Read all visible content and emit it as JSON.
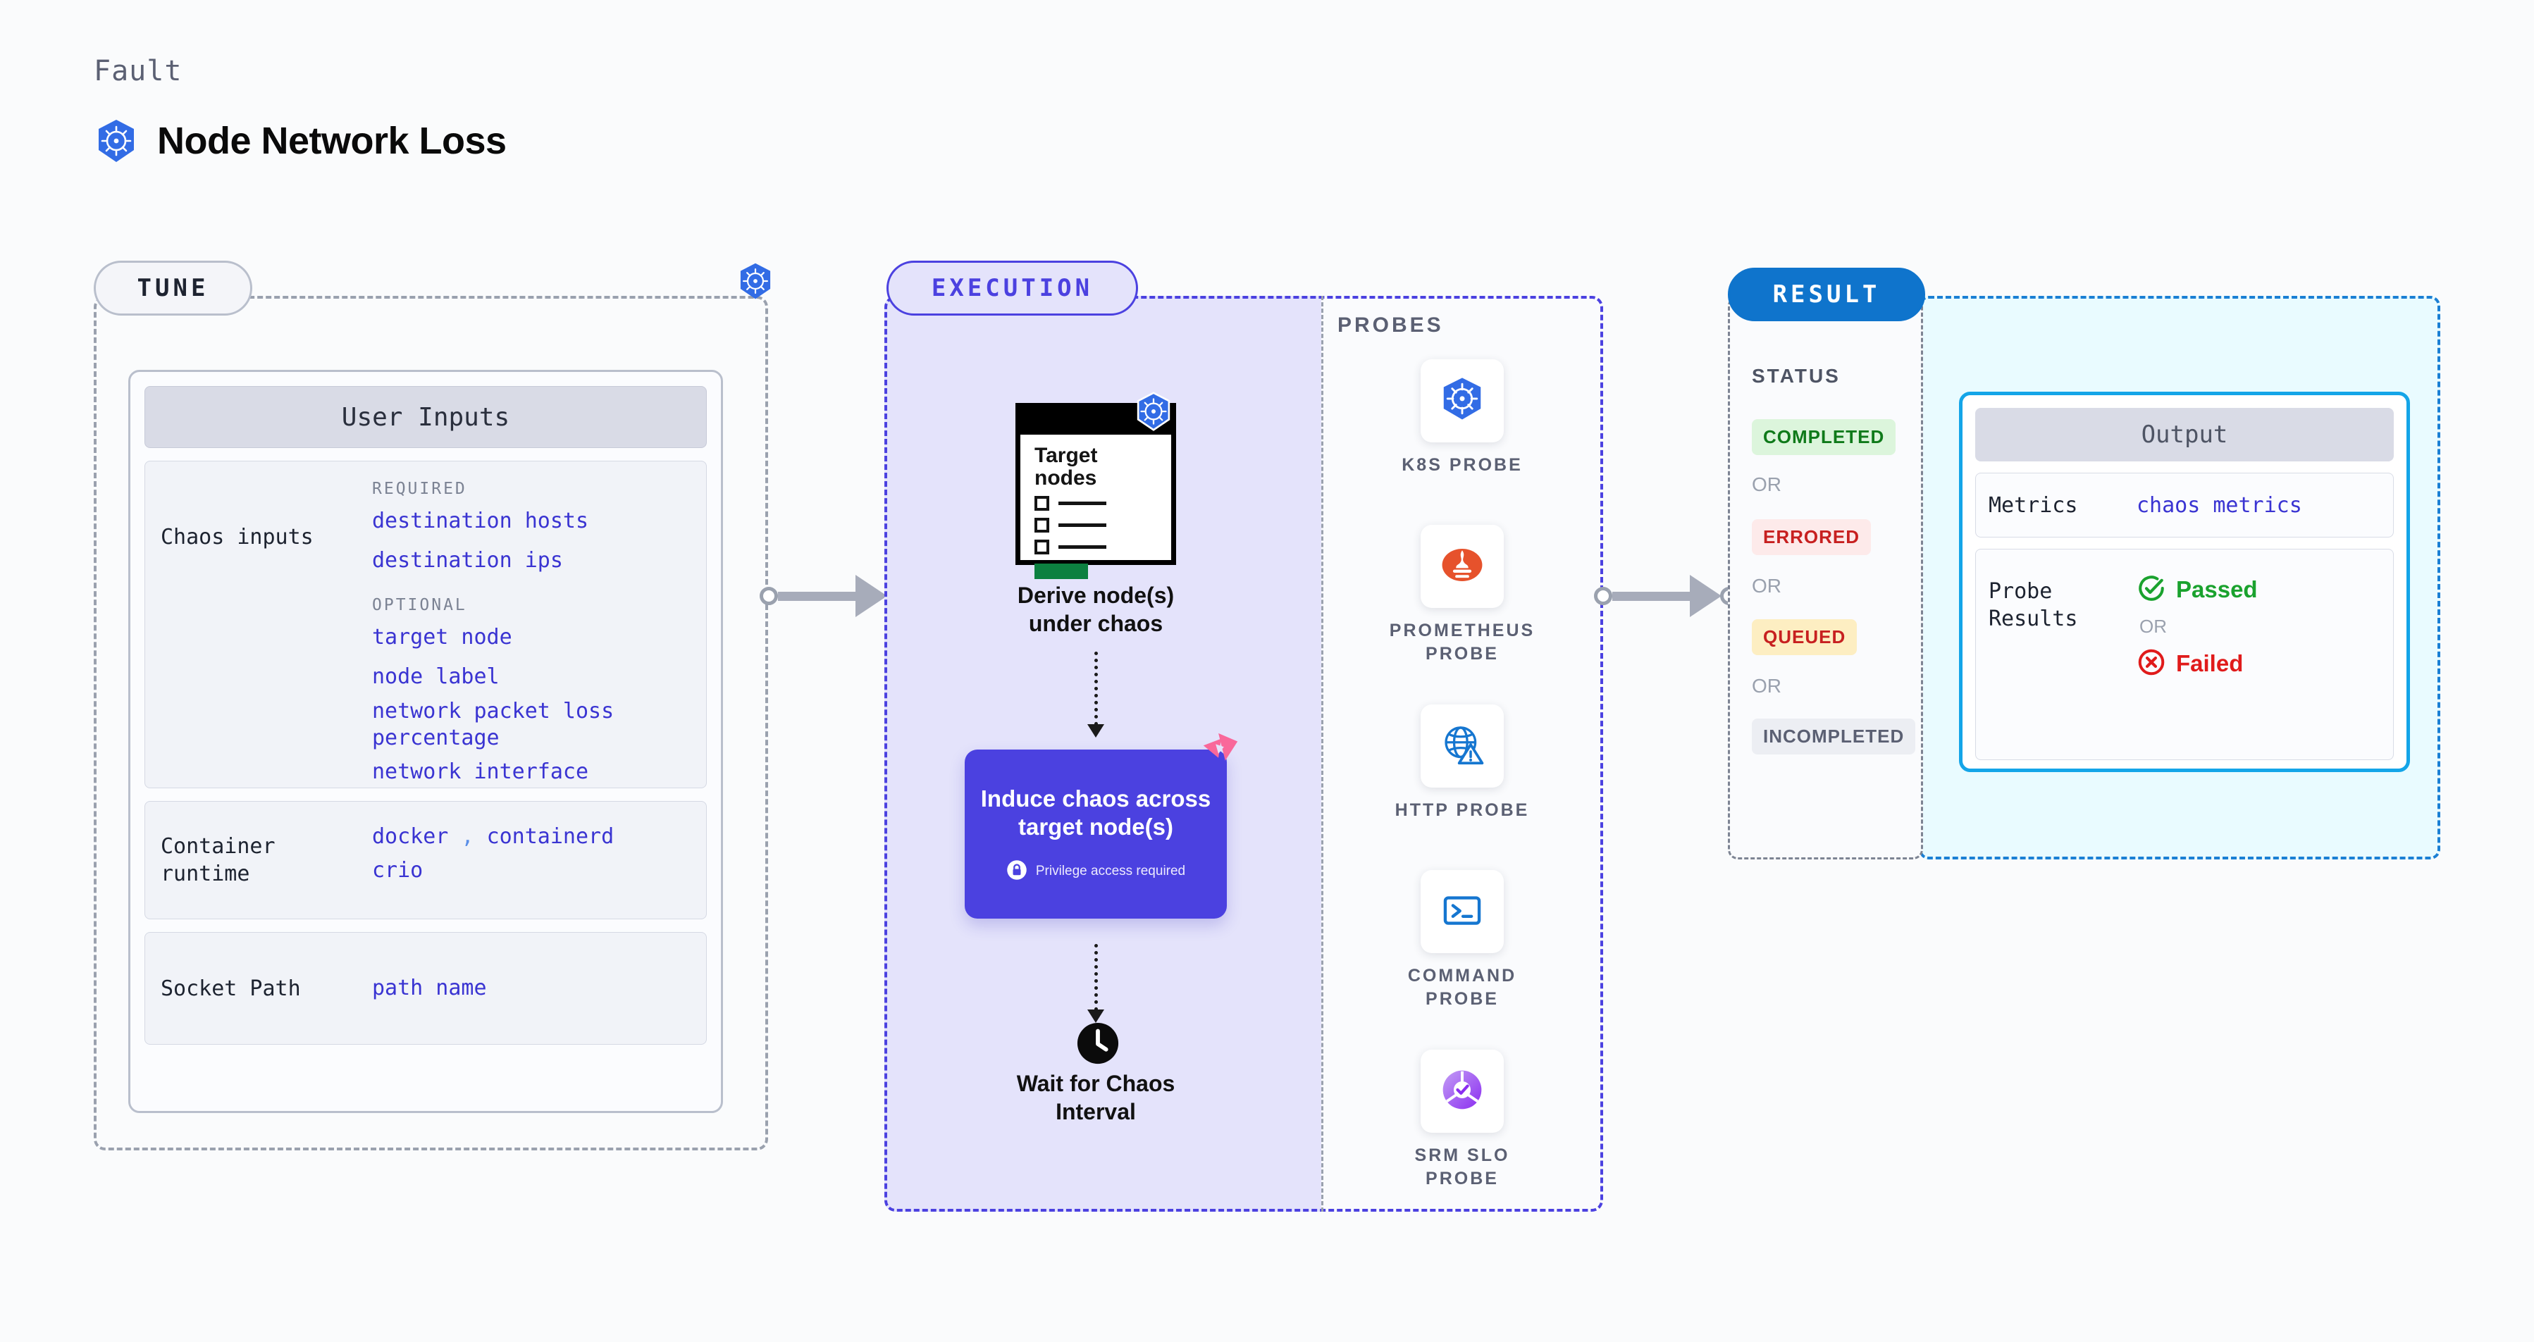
{
  "header": {
    "kicker": "Fault",
    "title": "Node Network Loss",
    "icon": "kubernetes-icon"
  },
  "tune": {
    "pill_label": "TUNE",
    "badge_icon": "kubernetes-icon",
    "card_title": "User Inputs",
    "blocks": [
      {
        "label": "Chaos inputs",
        "required_kicker": "REQUIRED",
        "required": [
          "destination hosts",
          "destination ips"
        ],
        "optional_kicker": "OPTIONAL",
        "optional": [
          "target node",
          "node label",
          "network packet loss percentage",
          "network interface"
        ]
      },
      {
        "label": "Container runtime",
        "values_line1_a": "docker",
        "values_separator": ",",
        "values_line1_b": "containerd",
        "values_line2": "crio"
      },
      {
        "label": "Socket Path",
        "value": "path name"
      }
    ]
  },
  "execution": {
    "pill_label": "EXECUTION",
    "target_card": {
      "title_line1": "Target",
      "title_line2": "nodes",
      "badge_icon": "kubernetes-icon"
    },
    "derive_label_line1": "Derive node(s)",
    "derive_label_line2": "under chaos",
    "chaos_box": {
      "title_line1": "Induce chaos across",
      "title_line2": "target node(s)",
      "privilege_icon": "lock-icon",
      "privilege_text": "Privilege access required",
      "corner_icon": "litmus-logo-icon",
      "color": "#4b41e0"
    },
    "wait": {
      "icon": "clock-icon",
      "label_line1": "Wait for Chaos",
      "label_line2": "Interval"
    },
    "probes_title": "PROBES",
    "probes": [
      {
        "name_line1": "K8S",
        "name_line2": "PROBE",
        "icon": "kubernetes-icon"
      },
      {
        "name_line1": "PROMETHEUS",
        "name_line2": "PROBE",
        "icon": "prometheus-icon"
      },
      {
        "name_line1": "HTTP",
        "name_line2": "PROBE",
        "icon": "globe-warning-icon"
      },
      {
        "name_line1": "COMMAND",
        "name_line2": "PROBE",
        "icon": "terminal-icon"
      },
      {
        "name_line1": "SRM SLO",
        "name_line2": "PROBE",
        "icon": "srm-slo-icon"
      }
    ]
  },
  "result": {
    "pill_label": "RESULT",
    "status_title": "STATUS",
    "or_label": "OR",
    "statuses": [
      {
        "label": "COMPLETED",
        "bg": "#dcf5dc",
        "fg": "#0f7a1a"
      },
      {
        "label": "ERRORED",
        "bg": "#fdeaea",
        "fg": "#c72020"
      },
      {
        "label": "QUEUED",
        "bg": "#fdeec2",
        "fg": "#c72020"
      },
      {
        "label": "INCOMPLETED",
        "bg": "#eceef3",
        "fg": "#5b6073"
      }
    ],
    "output": {
      "header": "Output",
      "metrics_label": "Metrics",
      "metrics_value": "chaos metrics",
      "probe_results_label_line1": "Probe",
      "probe_results_label_line2": "Results",
      "passed_label": "Passed",
      "passed_icon": "check-circle-icon",
      "or_label": "OR",
      "failed_label": "Failed",
      "failed_icon": "x-circle-icon"
    }
  },
  "colors": {
    "accent_purple": "#4b41e0",
    "accent_blue": "#0f74cc",
    "mono_value": "#3a34d2",
    "k8s_blue": "#326ce5",
    "litmus_pink": "#f9689a",
    "success_green": "#1aa22e",
    "danger_red": "#e01b1b"
  }
}
